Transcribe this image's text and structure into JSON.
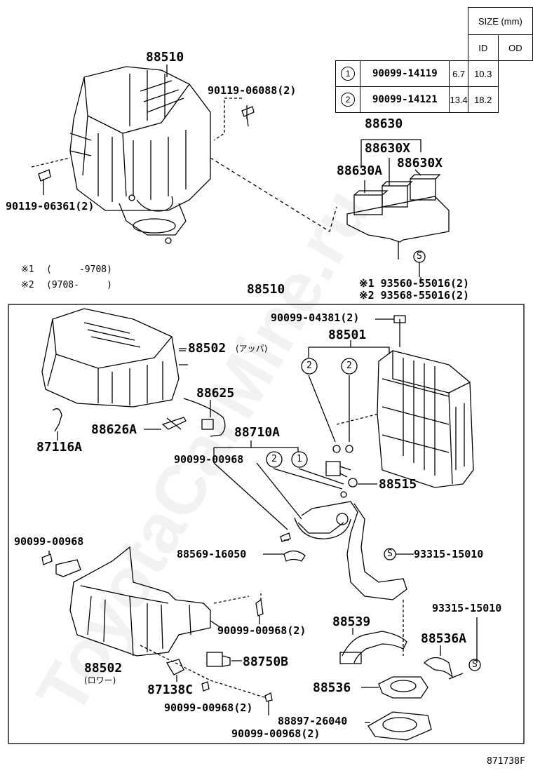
{
  "size_table": {
    "header": "SIZE (mm)",
    "col_id": "ID",
    "col_od": "OD",
    "rows": [
      {
        "mark": "1",
        "part": "90099-14119",
        "id": "6.7",
        "od": "10.3"
      },
      {
        "mark": "2",
        "part": "90099-14121",
        "id": "13.4",
        "od": "18.2"
      }
    ]
  },
  "labels": {
    "main_top": "88510",
    "bolt_top_right": "90119-06088(2)",
    "bolt_left": "90119-06361(2)",
    "relay_group": "88630",
    "relay_x1": "88630X",
    "relay_a": "88630A",
    "relay_x2": "88630X",
    "note1_mark": "※1",
    "note1_text": "(     -9708)",
    "note2_mark": "※2",
    "note2_text": "(9708-     )",
    "screw_note1": "※1 93560-55016(2)",
    "screw_note2": "※2 93568-55016(2)",
    "main_box": "88510",
    "bolt_evap": "90099-04381(2)",
    "evaporator": "88501",
    "upper_case": "88502",
    "upper_case_jp": "(アッパ)",
    "thermistor": "88625",
    "clip_a": "88626A",
    "clip_87116a": "87116A",
    "expansion_valve_grp": "88710A",
    "oring_part": "90099-00968",
    "valve": "88515",
    "screw_left": "90099-00968",
    "grommet": "88569-16050",
    "screw_s1": "93315-15010",
    "screw_s2": "93315-15010",
    "screw_lower_right": "90099-00968(2)",
    "hose": "88539",
    "band": "88536A",
    "lower_case": "88502",
    "lower_case_jp": "(ロワー)",
    "switch": "88750B",
    "damper": "87138C",
    "screw_bottom1": "90099-00968(2)",
    "screw_bottom2": "90099-00968(2)",
    "drain": "88536",
    "seal": "88897-26040",
    "footer": "871738F",
    "s_mark": "S",
    "mark1": "1",
    "mark2": "2"
  },
  "watermark": "ToyotaCarMine.ru"
}
